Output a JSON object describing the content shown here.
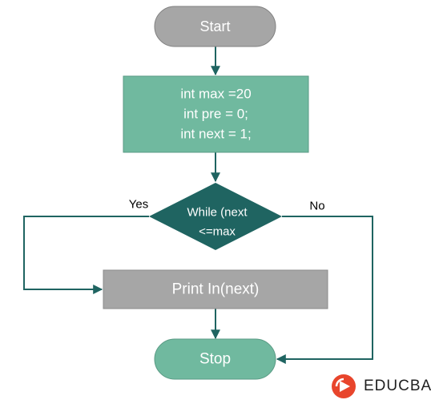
{
  "nodes": {
    "start": {
      "label": "Start"
    },
    "init": {
      "lines": [
        "int max =20",
        "int pre = 0;",
        "int next = 1;"
      ]
    },
    "decision": {
      "lines": [
        "While (next",
        "<=max"
      ]
    },
    "print": {
      "label": "Print In(next)"
    },
    "stop": {
      "label": "Stop"
    }
  },
  "edges": {
    "yes_label": "Yes",
    "no_label": "No"
  },
  "brand": {
    "name": "EDUCBA"
  },
  "colors": {
    "terminal_start": "#a6a6a6",
    "terminal_stop": "#70b99f",
    "process": "#70b99f",
    "decision": "#1f6461",
    "print_box": "#a6a6a6",
    "arrow": "#1f6461",
    "brand_accent": "#e8452c"
  }
}
